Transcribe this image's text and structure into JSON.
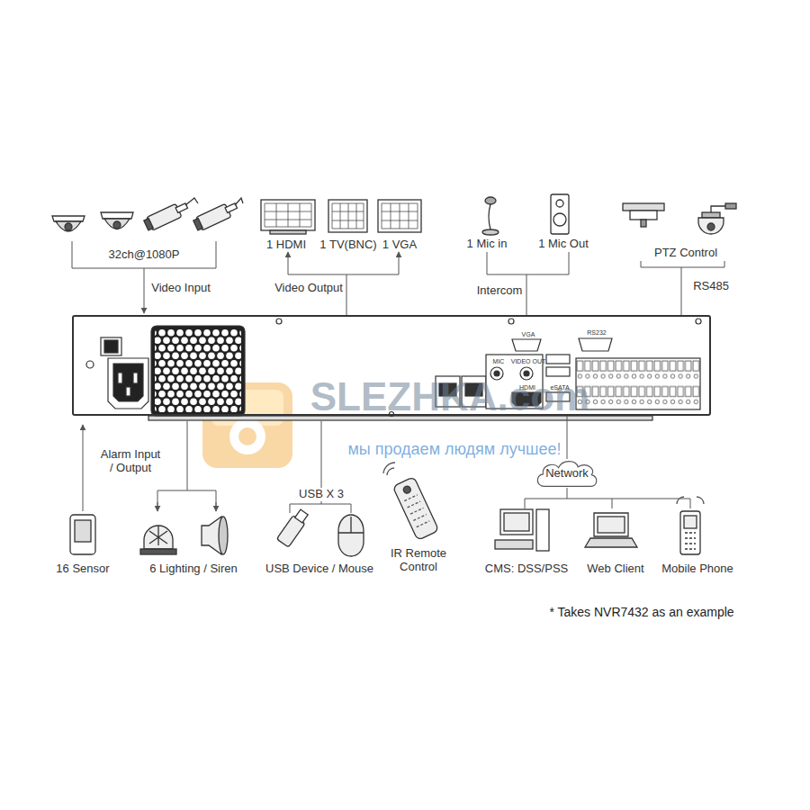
{
  "diagram": {
    "nodes": [
      {
        "text": [
          "VGA",
          "RS232",
          "MIC",
          "VIDEO OUT",
          "HDMI",
          "eSATA"
        ]
      },
      {
        "text": [
          "Network"
        ]
      }
    ],
    "edges": [
      {
        "from": 0,
        "to": 1,
        "arrow": "none"
      }
    ],
    "labels": [
      "32ch@1080P",
      "Video Input",
      "1 HDMI",
      "1 TV(BNC)",
      "1 VGA",
      "Video Output",
      "1 Mic in",
      "1 Mic Out",
      "Intercom",
      "PTZ Control",
      "RS485",
      "Alarm Input / Output",
      "16 Sensor",
      "6 Lighting / Siren",
      "USB X 3",
      "USB Device / Mouse",
      "IR Remote Control",
      "CMS: DSS/PSS",
      "Web Client",
      "Mobile Phone",
      "* Takes NVR7432 as an example",
      "SLEZHKA.com",
      "мы продаем людям лучшее!"
    ]
  }
}
